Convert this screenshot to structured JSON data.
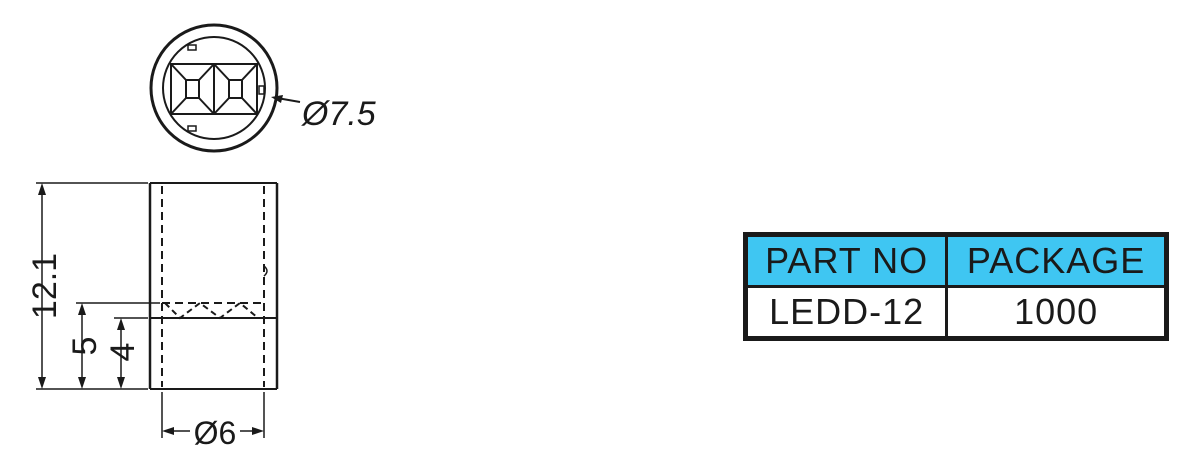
{
  "drawing": {
    "dim_top_diameter": "Ø7.5",
    "dim_height_total": "12.1",
    "dim_height_5": "5",
    "dim_height_4": "4",
    "dim_bottom_diameter": "Ø6"
  },
  "table": {
    "header": [
      "PART NO",
      "PACKAGE"
    ],
    "row": [
      "LEDD-12",
      "1000"
    ],
    "header_color": "#3fc6f2"
  }
}
